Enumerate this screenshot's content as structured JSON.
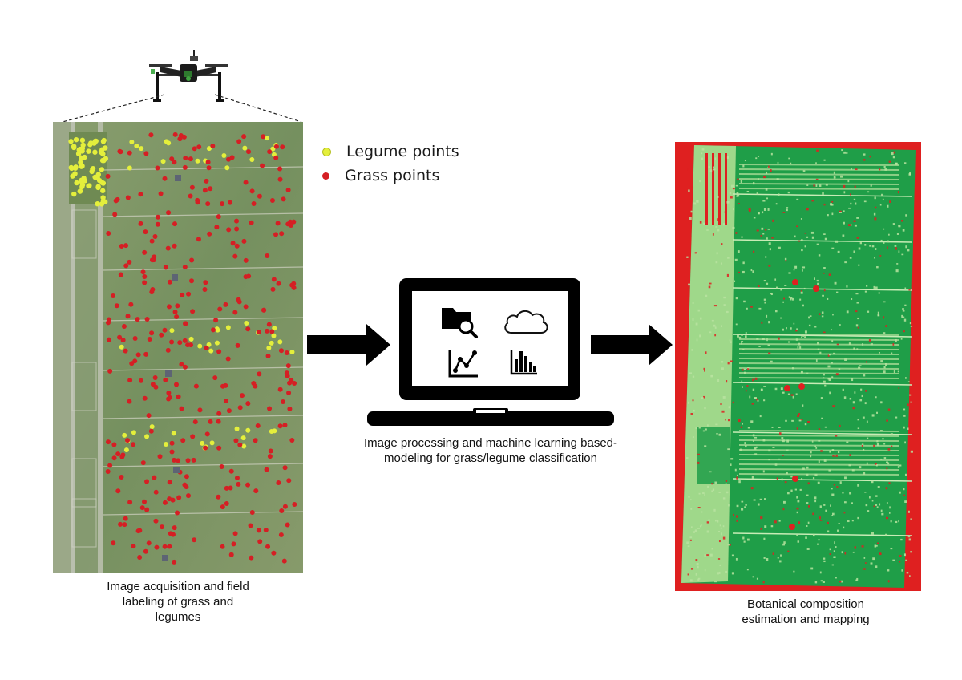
{
  "colors": {
    "legume": "#e4ef3c",
    "grass": "#d51f24",
    "map_green": "#1f9e48",
    "map_light": "#b9e3a0",
    "map_red": "#df2020",
    "field_green": "#7f9667",
    "arrow": "#000000"
  },
  "legend": {
    "legume_label": "Legume points",
    "grass_label": "Grass points"
  },
  "captions": {
    "acquisition": [
      "Image acquisition and field",
      "labeling of grass and",
      "legumes"
    ],
    "modeling": [
      "Image processing and machine learning based-",
      "modeling for grass/legume classification"
    ],
    "mapping": [
      "Botanical composition",
      "estimation and mapping"
    ]
  },
  "icons": [
    "drone-icon",
    "folder-search-icon",
    "cloud-icon",
    "line-chart-icon",
    "bar-chart-icon",
    "laptop-icon",
    "arrow-right-icon"
  ]
}
